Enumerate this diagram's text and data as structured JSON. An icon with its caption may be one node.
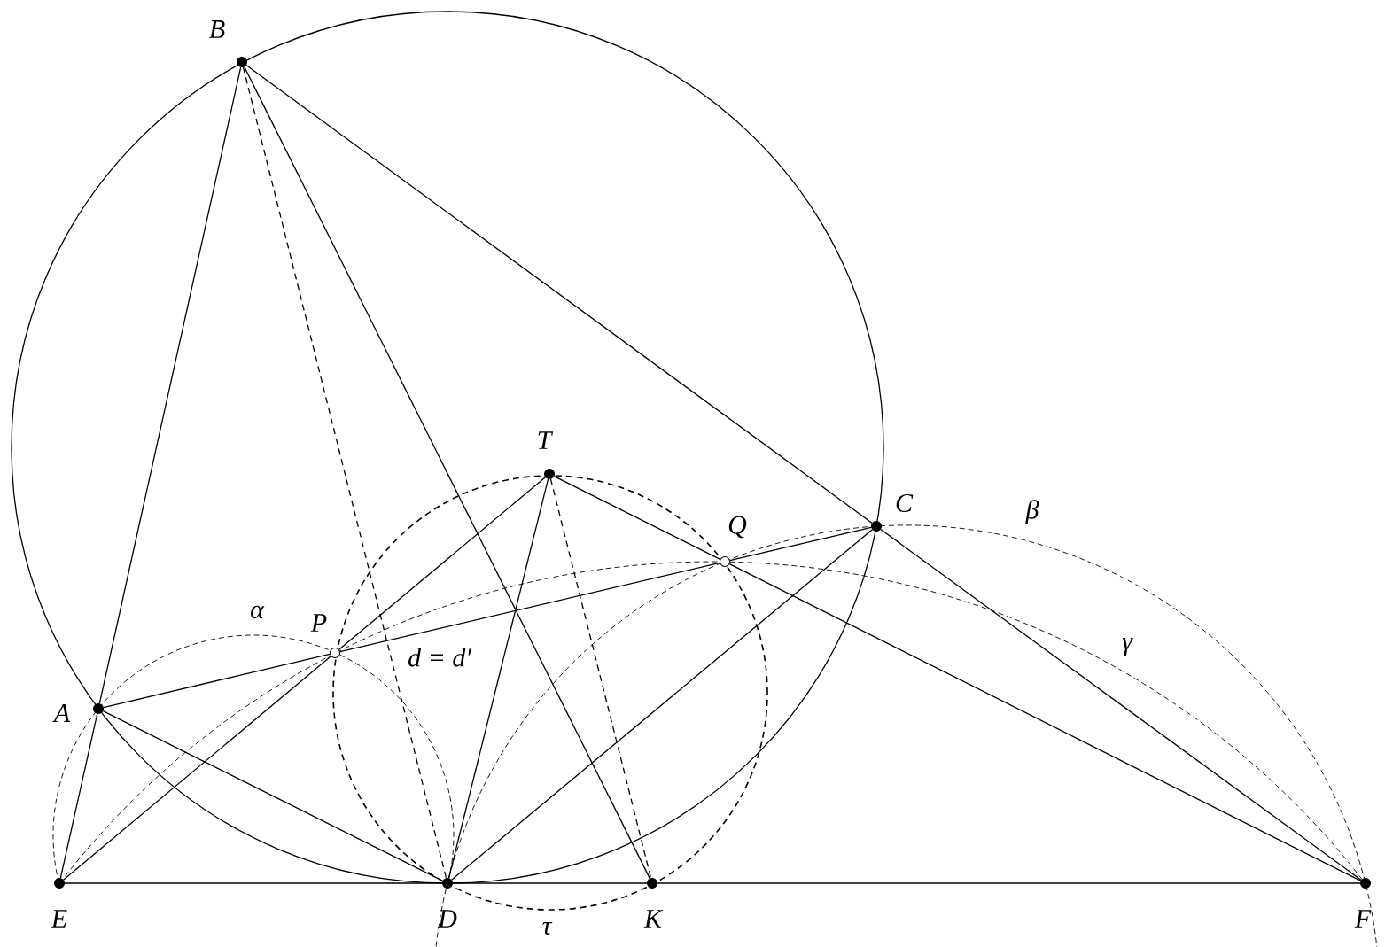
{
  "diagram": {
    "nodes": [
      {
        "text": [
          "B"
        ]
      },
      {
        "text": [
          "A"
        ]
      },
      {
        "text": [
          "E"
        ]
      },
      {
        "text": [
          "D"
        ]
      },
      {
        "text": [
          "K"
        ]
      },
      {
        "text": [
          "F"
        ]
      },
      {
        "text": [
          "C"
        ]
      },
      {
        "text": [
          "T"
        ]
      },
      {
        "text": [
          "Q"
        ]
      },
      {
        "text": [
          "P"
        ]
      }
    ],
    "edges": [
      {
        "from": 1,
        "to": 0,
        "arrow": "none"
      },
      {
        "from": 0,
        "to": 6,
        "arrow": "none"
      },
      {
        "from": 0,
        "to": 4,
        "arrow": "none"
      },
      {
        "from": 0,
        "to": 3,
        "arrow": "none",
        "style": "dashed"
      },
      {
        "from": 2,
        "to": 1,
        "arrow": "none"
      },
      {
        "from": 2,
        "to": 3,
        "arrow": "none"
      },
      {
        "from": 3,
        "to": 4,
        "arrow": "none"
      },
      {
        "from": 4,
        "to": 5,
        "arrow": "none"
      },
      {
        "from": 1,
        "to": 9,
        "arrow": "none"
      },
      {
        "from": 9,
        "to": 8,
        "arrow": "none"
      },
      {
        "from": 8,
        "to": 6,
        "arrow": "none"
      },
      {
        "from": 1,
        "to": 3,
        "arrow": "none"
      },
      {
        "from": 2,
        "to": 9,
        "arrow": "none"
      },
      {
        "from": 9,
        "to": 7,
        "arrow": "none"
      },
      {
        "from": 7,
        "to": 3,
        "arrow": "none"
      },
      {
        "from": 7,
        "to": 4,
        "arrow": "none",
        "style": "dashed"
      },
      {
        "from": 7,
        "to": 8,
        "arrow": "none"
      },
      {
        "from": 8,
        "to": 5,
        "arrow": "none"
      },
      {
        "from": 3,
        "to": 6,
        "arrow": "none"
      },
      {
        "from": 6,
        "to": 5,
        "arrow": "none"
      }
    ],
    "labels": [
      "β",
      "α",
      "γ",
      "d = d′",
      "τ"
    ]
  }
}
